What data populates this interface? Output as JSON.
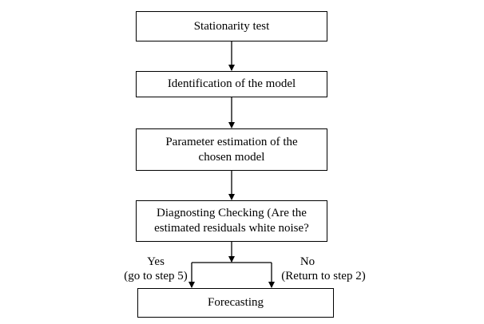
{
  "flowchart": {
    "steps": [
      {
        "lines": [
          "Stationarity test"
        ]
      },
      {
        "lines": [
          "Identification of the model"
        ]
      },
      {
        "lines": [
          "Parameter estimation of the",
          "chosen model"
        ]
      },
      {
        "lines": [
          "Diagnosting Checking (Are the",
          "estimated residuals white noise?"
        ]
      },
      {
        "lines": [
          "Forecasting"
        ]
      }
    ],
    "branch_yes": {
      "label": "Yes",
      "note": "(go to step 5)"
    },
    "branch_no": {
      "label": "No",
      "note": "(Return to step 2)"
    }
  }
}
